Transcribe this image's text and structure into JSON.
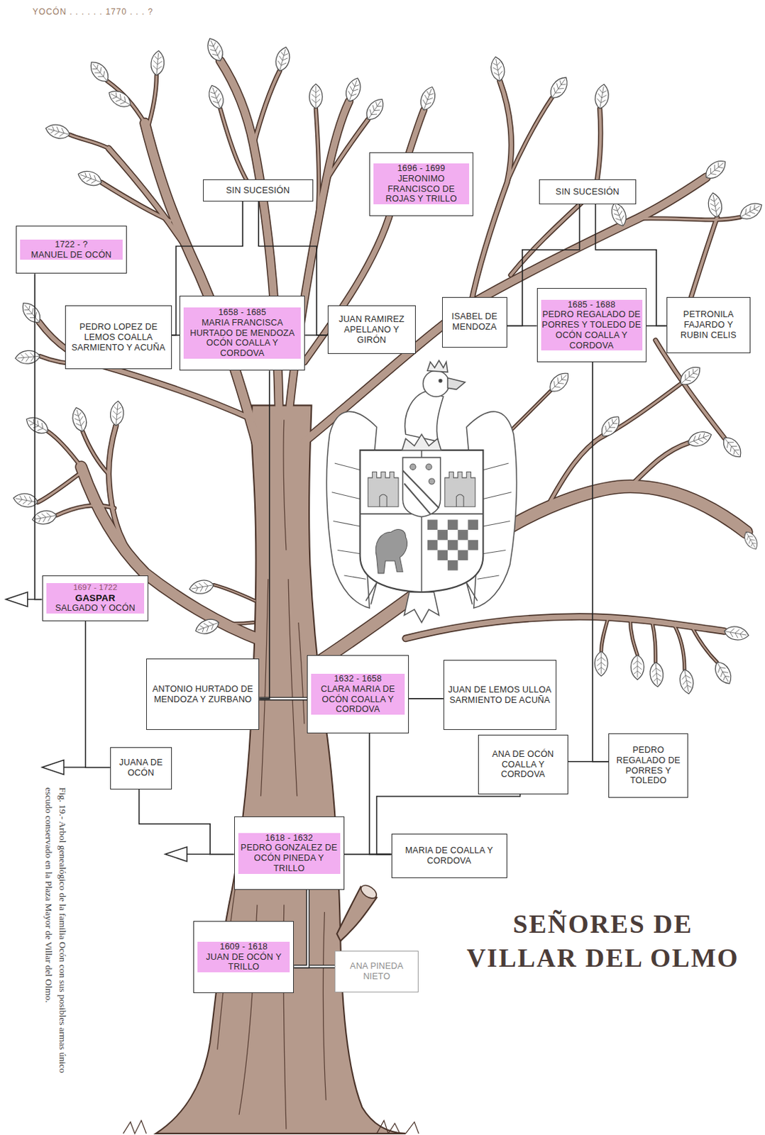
{
  "diagram": {
    "title": "SEÑORES DE VILLAR DEL OLMO",
    "caption": "Fig. 19.- Arbol genealógico de la familia Ocón con sus posibles armas único escudo conservado en la Plaza Mayor de Villar del Olmo.",
    "nodes": [
      {
        "text": [
          "1696 - 1699",
          "JERONIMO FRANCISCO DE ROJAS Y TRILLO"
        ]
      },
      {
        "text": [
          "SIN SUCESIÓN"
        ]
      },
      {
        "text": [
          "SIN SUCESIÓN"
        ]
      },
      {
        "text": [
          "1722 - ?",
          "MANUEL DE OCÓN"
        ]
      },
      {
        "text": [
          "PEDRO LOPEZ DE LEMOS COALLA SARMIENTO Y ACUÑA"
        ]
      },
      {
        "text": [
          "1658 - 1685",
          "MARIA FRANCISCA HURTADO DE MENDOZA OCÓN COALLA Y CORDOVA"
        ]
      },
      {
        "text": [
          "JUAN RAMIREZ APELLANO Y GIRÓN"
        ]
      },
      {
        "text": [
          "ISABEL DE MENDOZA"
        ]
      },
      {
        "text": [
          "1685 - 1688",
          "PEDRO REGALADO DE PORRES Y TOLEDO DE OCÓN COALLA Y CORDOVA"
        ]
      },
      {
        "text": [
          "PETRONILA FAJARDO Y RUBIN CELIS"
        ]
      },
      {
        "text": [
          "1697 - 1722",
          "GASPAR",
          "SALGADO Y OCÓN"
        ]
      },
      {
        "text": [
          "ANTONIO HURTADO DE MENDOZA Y ZURBANO"
        ]
      },
      {
        "text": [
          "1632 - 1658",
          "CLARA MARIA DE OCÓN COALLA Y CORDOVA"
        ]
      },
      {
        "text": [
          "JUAN DE LEMOS ULLOA SARMIENTO DE ACUÑA"
        ]
      },
      {
        "text": [
          "JUANA DE OCÓN"
        ]
      },
      {
        "text": [
          "ANA DE OCÓN COALLA Y CORDOVA"
        ]
      },
      {
        "text": [
          "PEDRO REGALADO DE PORRES Y TOLEDO"
        ]
      },
      {
        "text": [
          "1618 - 1632",
          "PEDRO GONZALEZ DE OCÓN PINEDA Y TRILLO"
        ]
      },
      {
        "text": [
          "MARIA DE COALLA Y CORDOVA"
        ]
      },
      {
        "text": [
          "1609 - 1618",
          "JUAN DE OCÓN Y TRILLO"
        ]
      },
      {
        "text": [
          "ANA PINEDA NIETO"
        ]
      }
    ],
    "edges": [
      {
        "from": 19,
        "to": 20,
        "arrow": "none"
      },
      {
        "from": 19,
        "to": 17,
        "arrow": "none"
      },
      {
        "from": 17,
        "to": 18,
        "arrow": "none"
      },
      {
        "from": 14,
        "to": 17,
        "arrow": "none"
      },
      {
        "from": 11,
        "to": 12,
        "arrow": "none"
      },
      {
        "from": 12,
        "to": 13,
        "arrow": "none"
      },
      {
        "from": 11,
        "to": 5,
        "arrow": "none"
      },
      {
        "from": 18,
        "to": 12,
        "arrow": "none"
      },
      {
        "from": 18,
        "to": 15,
        "arrow": "none"
      },
      {
        "from": 15,
        "to": 16,
        "arrow": "none"
      },
      {
        "from": 16,
        "to": 8,
        "arrow": "none"
      },
      {
        "from": 4,
        "to": 5,
        "arrow": "none"
      },
      {
        "from": 5,
        "to": 6,
        "arrow": "none"
      },
      {
        "from": 7,
        "to": 8,
        "arrow": "none"
      },
      {
        "from": 8,
        "to": 9,
        "arrow": "none"
      },
      {
        "from": 1,
        "to": 4,
        "arrow": "none"
      },
      {
        "from": 1,
        "to": 6,
        "arrow": "none"
      },
      {
        "from": 2,
        "to": 7,
        "arrow": "none"
      },
      {
        "from": 2,
        "to": 9,
        "arrow": "none"
      },
      {
        "from": 10,
        "to": 14,
        "arrow": "none"
      },
      {
        "from": 3,
        "to": 10,
        "arrow": "none"
      }
    ],
    "labels": [
      "YOCÓN . . . . . . 1770 . . . ?"
    ]
  }
}
